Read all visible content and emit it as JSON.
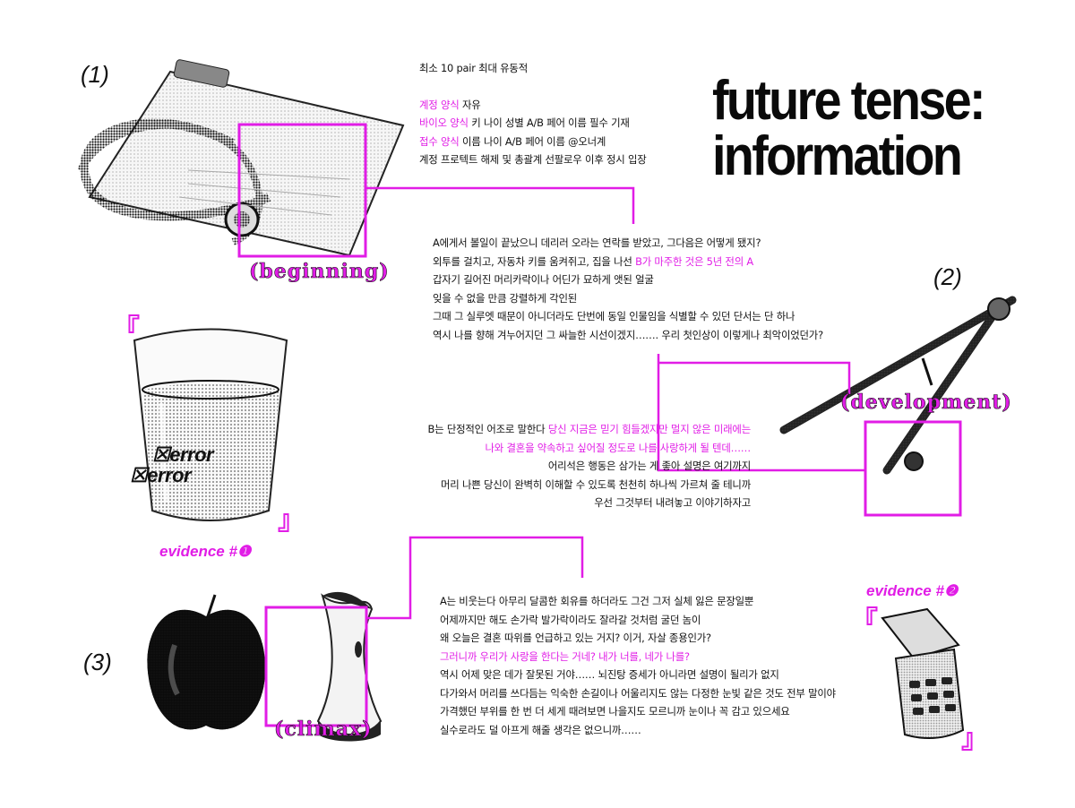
{
  "title": {
    "line1": "future tense:",
    "line2": "information"
  },
  "section_numbers": {
    "one": "(1)",
    "two": "(2)",
    "three": "(3)"
  },
  "labels": {
    "beginning": "(beginning)",
    "development": "(development)",
    "climax": "(climax)"
  },
  "evidence": {
    "one": "evidence #❶",
    "two": "evidence #❷"
  },
  "error_tags": {
    "first": "☒error",
    "second": "☒error"
  },
  "brackets": {
    "open": "『",
    "close": "』"
  },
  "info_block": {
    "line1": "최소 10 pair 최대 유동적",
    "account": {
      "key": "계정 양식",
      "value": " 자유"
    },
    "bio": {
      "key": "바이오 양식",
      "value": " 키 나이 성별 A/B 페어 이름 필수 기재"
    },
    "apply": {
      "key": "접수 양식",
      "value": " 이름 나이 A/B 페어 이름 @오너계"
    },
    "line5": "계정 프로텍트 해제 및 총괄계 선팔로우 이후 정시 입장"
  },
  "beginning_text": {
    "l1": "A에게서 볼일이 끝났으니 데리러 오라는 연락를 받았고, 그다음은 어떻게 됐지?",
    "l2_plain": "외투를 걸치고, 자동차 키를 움켜쥐고, 집을 나선 ",
    "l2_highlight": "B가 마주한 것은 5년 전의 A",
    "l3": "갑자기 길어진 머리카락이나 어딘가 묘하게 앳된 얼굴",
    "l4": "잊을 수 없을 만큼 강렬하게 각인된",
    "l5": "그때 그 실루엣 때문이 아니더라도 단번에 동일 인물임을 식별할 수 있던 단서는 단 하나",
    "l6": "역시 나를 향해 겨누어지던 그 싸늘한 시선이겠지……. 우리 첫인상이 이렇게나 최악이었던가?"
  },
  "development_text": {
    "l1_plain": "B는 단정적인 어조로 말한다 ",
    "l1_highlight": "당신 지금은 믿기 힘들겠지만 멀지 않은 미래에는",
    "l2_highlight": "나와 결혼을 약속하고 싶어질 정도로 나를 사랑하게 될 텐데……",
    "l3": "어리석은 행동은 삼가는 게 좋아 설명은 여기까지",
    "l4": "머리 나쁜 당신이 완벽히 이해할 수 있도록 천천히 하나씩 가르쳐 줄 테니까",
    "l5": "우선 그것부터 내려놓고 이야기하자고"
  },
  "climax_text": {
    "l1": "A는 비웃는다 아무리 달콤한 회유를 하더라도 그건 그저 실체 잃은 문장일뿐",
    "l2": "어제까지만 해도 손가락 발가락이라도 잘라갈 것처럼 굴던 놈이",
    "l3": "왜 오늘은 결혼 따위를 언급하고 있는 거지? 이거, 자살 종용인가?",
    "l4_highlight": "그러니까 우리가 사랑을 한다는 거네? 내가 너를, 네가 나를?",
    "l5": "역시 어제 맞은 데가 잘못된 거야…… 뇌진탕 증세가 아니라면 설명이 될리가 없지",
    "l6": "다가와서 머리를 쓰다듬는 익숙한 손길이나 어울리지도 않는 다정한 눈빛 같은 것도 전부 말이야",
    "l7": "가격했던 부위를 한 번 더 세게 때려보면 나을지도 모르니까 눈이나 꼭 감고 있으세요",
    "l8": "실수로라도 덜 아프게 해줄 생각은 없으니까……"
  },
  "colors": {
    "accent": "#e11de6",
    "ink": "#111111",
    "background": "#ffffff"
  },
  "icons": [
    "clipboard-stethoscope-image",
    "water-glass-image",
    "compass-image",
    "apple-image",
    "apple-core-image",
    "flip-phone-image"
  ]
}
